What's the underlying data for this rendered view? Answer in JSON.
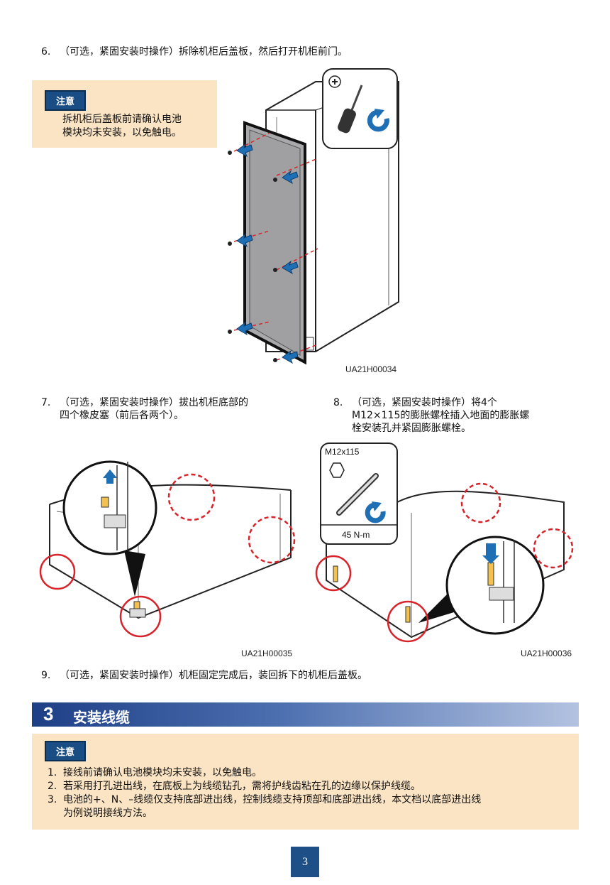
{
  "steps": {
    "s6": {
      "num": "6.",
      "text": "（可选，紧固安装时操作）拆除机柜后盖板，然后打开机柜前门。"
    },
    "s7": {
      "num": "7.",
      "line1": "（可选，紧固安装时操作）拔出机柜底部的",
      "line2": "四个橡皮塞（前后各两个）。"
    },
    "s8": {
      "num": "8.",
      "line1": "（可选，紧固安装时操作）将4个",
      "line2": "M12×115的膨胀螺栓插入地面的膨胀螺",
      "line3": "栓安装孔并紧固膨胀螺栓。"
    },
    "s9": {
      "num": "9.",
      "text": "（可选，紧固安装时操作）机柜固定完成后，装回拆下的机柜后盖板。"
    }
  },
  "notice1": {
    "tag": "注意",
    "line1": "拆机柜后盖板前请确认电池",
    "line2": "模块均未安装，以免触电。"
  },
  "figures": {
    "fig1_caption": "UA21H00034",
    "fig2_caption": "UA21H00035",
    "fig3_caption": "UA21H00036",
    "tool_label": "M12x115",
    "torque_label": "45 N-m"
  },
  "section3": {
    "number": "3",
    "title": "安装线缆"
  },
  "notice2": {
    "tag": "注意",
    "items": [
      {
        "num": "1.",
        "text": "接线前请确认电池模块均未安装，以免触电。"
      },
      {
        "num": "2.",
        "text": "若采用打孔进出线，在底板上为线缆钻孔，需将护线齿粘在孔的边缘以保护线缆。"
      },
      {
        "num": "3.",
        "line1": "电池的+、N、–线缆仅支持底部进出线，控制线缆支持顶部和底部进出线，本文档以底部进出线",
        "line2": "为例说明接线方法。"
      }
    ]
  },
  "page_number": "3",
  "colors": {
    "notice_bg": "#fbe4c4",
    "tag_bg": "#1a4d84",
    "arrow_blue": "#1f6fb5",
    "dash_red": "#d8232a"
  }
}
